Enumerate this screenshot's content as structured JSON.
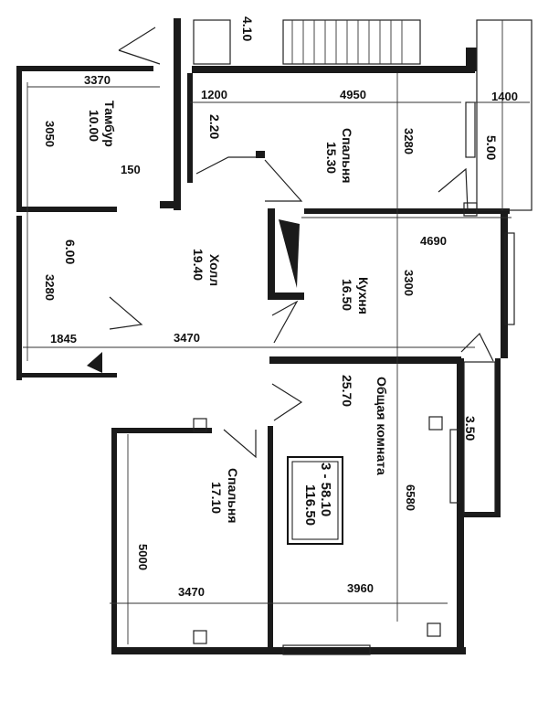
{
  "plan": {
    "rooms": [
      {
        "id": "tambur",
        "name": "Тамбур",
        "area": "10.00"
      },
      {
        "id": "bedroom1",
        "name": "Спальня",
        "area": "15.30"
      },
      {
        "id": "hall",
        "name": "Холл",
        "area": "19.40"
      },
      {
        "id": "kitchen",
        "name": "Кухня",
        "area": "16.50"
      },
      {
        "id": "living",
        "name": "Общая комната",
        "area": "25.70"
      },
      {
        "id": "bedroom2",
        "name": "Спальня",
        "area": "17.10"
      }
    ],
    "small_areas": {
      "top": "4.10",
      "wc": "2.20",
      "storage": "6.00",
      "balcony_top": "5.00",
      "balcony_right": "3.50"
    },
    "dimensions": {
      "tambur_width": "3370",
      "tambur_height": "3050",
      "passage": "150",
      "wc_width": "1200",
      "bedroom1_width": "4950",
      "bedroom1_height": "3280",
      "balcony_width": "1400",
      "kitchen_width": "4690",
      "kitchen_height": "3300",
      "storage_height": "3280",
      "storage_width": "1845",
      "hall_width": "3470",
      "bedroom2_height": "5000",
      "bedroom2_width": "3470",
      "living_width": "3960",
      "living_height": "6580"
    },
    "totals": {
      "label": "3 - 58.10",
      "total": "116.50"
    }
  }
}
